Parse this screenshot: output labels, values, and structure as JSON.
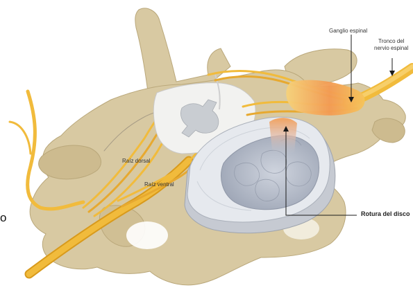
{
  "labels": {
    "ganglio": "Ganglio espinal",
    "tronco_line1": "Tronco del",
    "tronco_line2": "nervio espinal",
    "raiz_dorsal": "Raíz dorsal",
    "raiz_ventral": "Raíz ventral",
    "rotura": "Rotura del disco",
    "edge_letter": "o"
  },
  "colors": {
    "background": "#ffffff",
    "bone": "#d8c9a2",
    "bone_shadow": "#b9a77a",
    "nerve": "#f1bb3c",
    "nerve_dark": "#d89a1c",
    "ganglion": "#f3a25c",
    "cord": "#f2f2f0",
    "disc_ring": "#e6e9ee",
    "nucleus": "#b9bfcb",
    "leader": "#1a1a1a"
  },
  "icons": {
    "leader_arrow": "arrow-head-icon"
  }
}
